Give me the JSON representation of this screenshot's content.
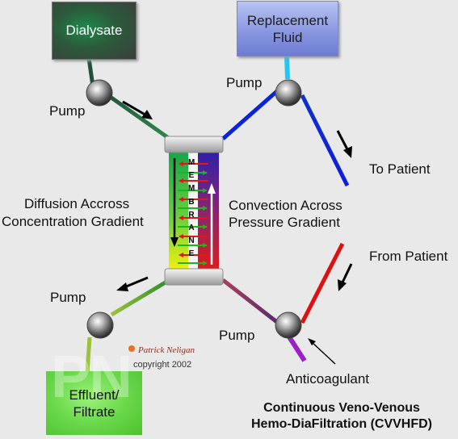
{
  "boxes": {
    "dialysate": "Dialysate",
    "replacement_line1": "Replacement",
    "replacement_line2": "Fluid",
    "effluent_line1": "Effluent/",
    "effluent_line2": "Filtrate",
    "effluent_watermark": "PN"
  },
  "labels": {
    "pump_top_left": "Pump",
    "pump_top_right": "Pump",
    "pump_bottom_left": "Pump",
    "pump_bottom_right": "Pump",
    "to_patient": "To Patient",
    "from_patient": "From Patient",
    "anticoagulant": "Anticoagulant",
    "diffusion_line1": "Diffusion  Accross",
    "diffusion_line2": "Concentration Gradient",
    "convection_line1": "Convection Across",
    "convection_line2": "Pressure Gradient"
  },
  "membrane_letters": [
    "M",
    "E",
    "M",
    "B",
    "R",
    "A",
    "N",
    "E"
  ],
  "credit": {
    "signature": "Patrick Neligan",
    "copyright": "copyright 2002"
  },
  "title": {
    "line1": "Continuous Veno-Venous",
    "line2": "Hemo-DiaFiltration (CVVHFD)"
  },
  "colors": {
    "background": "#e9e9e9",
    "blood_out_line": "#0a22d8",
    "blood_in_line": "#e01010",
    "replacement_line": "#22c6f0",
    "anticoagulant_line": "#9a20c8",
    "effluent_line": "#3aa832",
    "dialysate_line": "#2e6e48"
  },
  "icons": {
    "pump": "pump-roller-icon",
    "arrow": "flow-arrow-icon"
  }
}
